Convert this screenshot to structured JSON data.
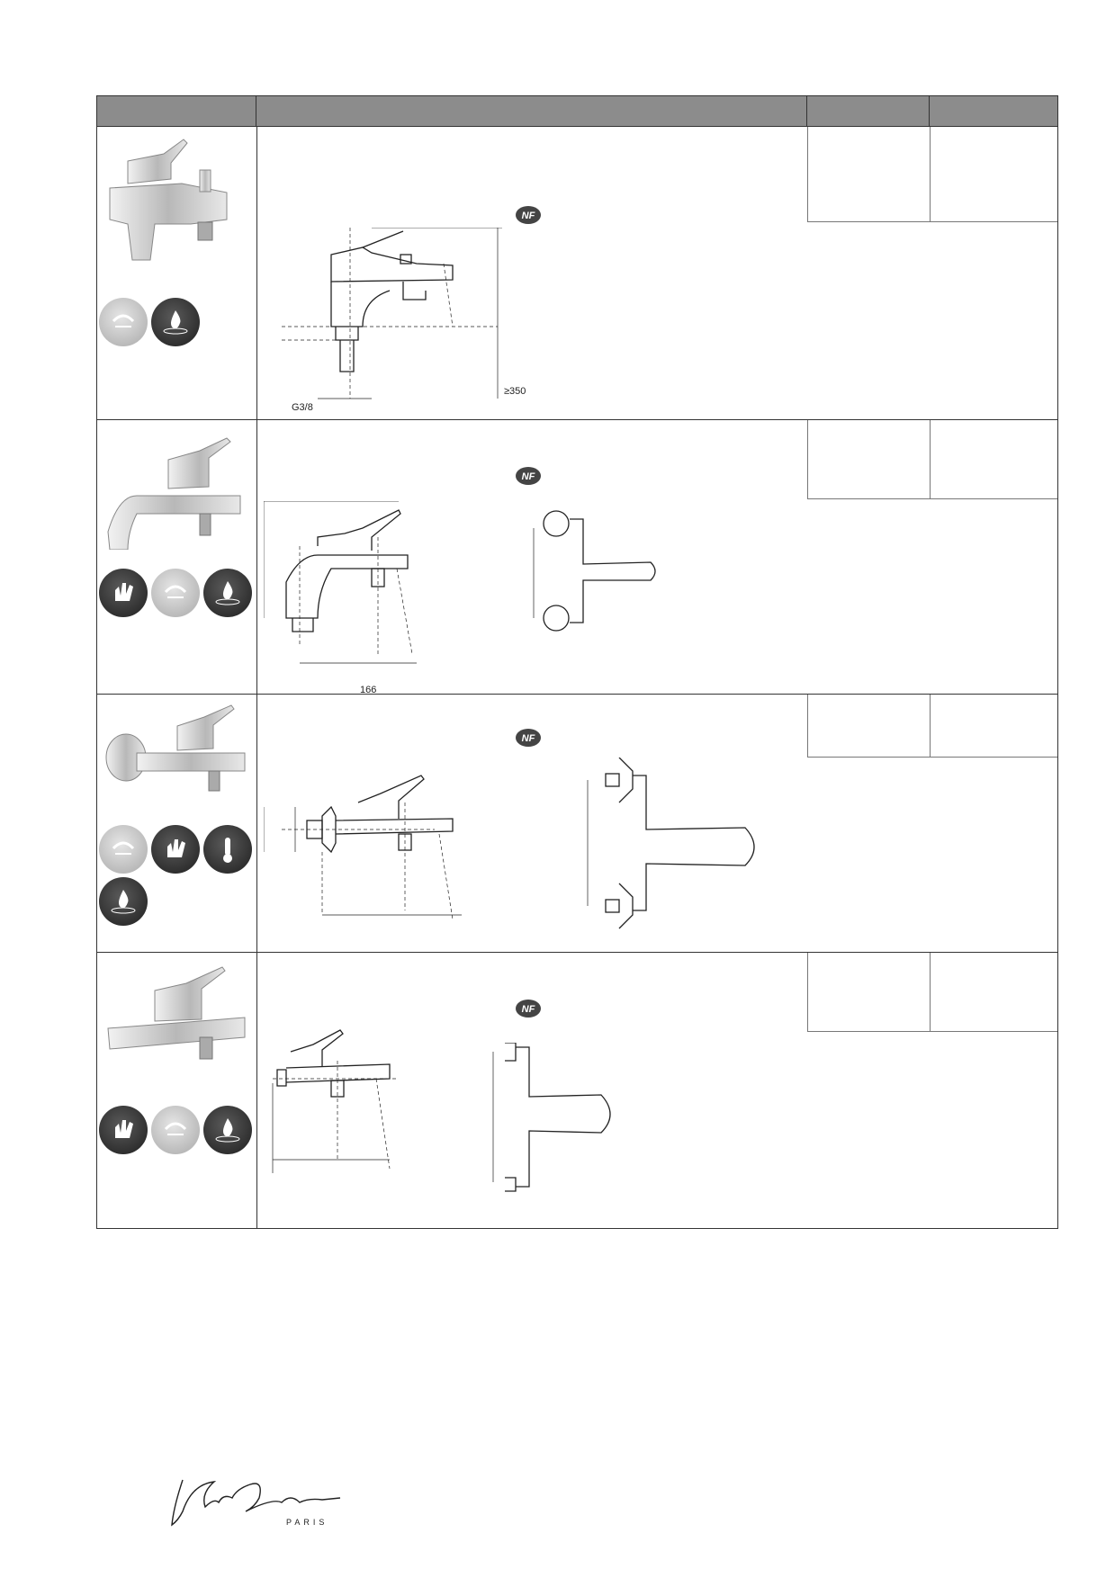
{
  "table": {
    "header": [
      "",
      "",
      "",
      ""
    ],
    "rows": [
      {
        "nf_mark": "NF",
        "dims": {
          "height": "≥350",
          "thread": "G3/8"
        },
        "icons": [
          "spray-aerator-icon",
          "water-drop-icon"
        ]
      },
      {
        "nf_mark": "NF",
        "dims": {
          "distance": "166"
        },
        "icons": [
          "hand-wash-icon",
          "spray-aerator-icon",
          "water-drop-icon"
        ]
      },
      {
        "nf_mark": "NF",
        "dims": {},
        "icons": [
          "spray-aerator-icon",
          "hand-wash-icon",
          "thermometer-icon",
          "water-drop-icon"
        ]
      },
      {
        "nf_mark": "NF",
        "dims": {},
        "icons": [
          "hand-wash-icon",
          "spray-aerator-icon",
          "water-drop-icon"
        ]
      }
    ]
  },
  "brand": {
    "name": "Jacob Delafon",
    "city": "PARIS"
  }
}
